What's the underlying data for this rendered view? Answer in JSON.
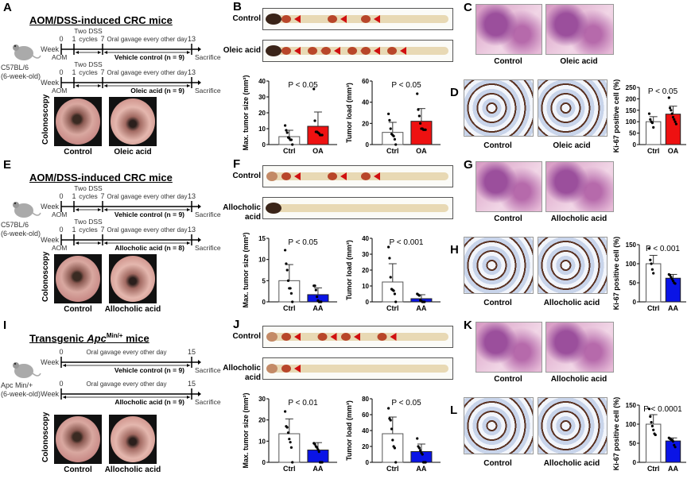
{
  "rows": [
    {
      "letters": [
        "A",
        "B",
        "C",
        "D"
      ],
      "title": "AOM/DSS-induced CRC mice",
      "title_italic": "",
      "title_sup": "",
      "strain": [
        "C57BL/6",
        "(6-week-old)"
      ],
      "timeline": {
        "type": "dss",
        "end_week": "13",
        "groups": [
          {
            "label": "Vehicle control (n = 9)"
          },
          {
            "label": "Oleic acid (n = 9)"
          }
        ]
      },
      "colonoscopy": {
        "label": "Colonoscopy",
        "captions": [
          "Control",
          "Oleic acid"
        ]
      },
      "strips": [
        {
          "label": "Control",
          "tumors": 3
        },
        {
          "label": "Oleic acid",
          "tumors": 6
        }
      ],
      "histology_captions": [
        "Control",
        "Oleic acid"
      ],
      "ihc_captions": [
        "Control",
        "Oleic acid"
      ],
      "colors": {
        "treatment": "#ee1111"
      }
    },
    {
      "letters": [
        "E",
        "F",
        "G",
        "H"
      ],
      "title": "AOM/DSS-induced CRC mice",
      "title_italic": "",
      "title_sup": "",
      "strain": [
        "C57BL/6",
        "(6-week-old)"
      ],
      "timeline": {
        "type": "dss",
        "end_week": "13",
        "groups": [
          {
            "label": "Vehicle control (n = 9)"
          },
          {
            "label": "Allocholic acid (n = 8)"
          }
        ]
      },
      "colonoscopy": {
        "label": "Colonoscopy",
        "captions": [
          "Control",
          "Allocholic acid"
        ]
      },
      "strips": [
        {
          "label": "Control",
          "tumors": 3
        },
        {
          "label": "Allocholic acid",
          "tumors": 0
        }
      ],
      "histology_captions": [
        "Control",
        "Allocholic acid"
      ],
      "ihc_captions": [
        "Control",
        "Allocholic acid"
      ],
      "colors": {
        "treatment": "#0a14e6"
      }
    },
    {
      "letters": [
        "I",
        "J",
        "K",
        "L"
      ],
      "title": "Transgenic ",
      "title_italic": "Apc",
      "title_sup": "Min/+",
      "title_suffix": " mice",
      "strain": [
        "Apc Min/+",
        "(6-week-old)"
      ],
      "timeline": {
        "type": "simple",
        "end_week": "15",
        "groups": [
          {
            "label": "Vehicle control (n = 9)"
          },
          {
            "label": "Allocholic acid (n = 9)"
          }
        ]
      },
      "colonoscopy": {
        "label": "Colonoscopy",
        "captions": [
          "Control",
          "Allocholic acid"
        ]
      },
      "strips": [
        {
          "label": "Control",
          "tumors": 4
        },
        {
          "label": "Allocholic acid",
          "tumors": 1
        }
      ],
      "histology_captions": [
        "Control",
        "Allocholic acid"
      ],
      "ihc_captions": [
        "Control",
        "Allocholic acid"
      ],
      "colors": {
        "treatment": "#0a14e6"
      }
    }
  ],
  "timeline_text": {
    "week": "Week",
    "aom": "AOM",
    "dss": [
      "Two DSS",
      "cycles"
    ],
    "gavage": "Oral gavage every other day",
    "sacrifice": "Sacrifice",
    "w0": "0",
    "w1": "1",
    "w7": "7"
  },
  "chart_data": [
    {
      "panel": "B",
      "type": "bar",
      "ylabel": "Max. tumor size (mm²)",
      "ylim": [
        0,
        40
      ],
      "ticks": [
        0,
        10,
        20,
        30,
        40
      ],
      "p": "P < 0.05",
      "categories": [
        "Ctrl",
        "OA"
      ],
      "values": [
        5,
        11.5
      ],
      "sd": [
        4,
        9
      ],
      "colors": [
        "#ffffff",
        "#ee1111"
      ],
      "points": [
        [
          12,
          9,
          7.5,
          4.5,
          4,
          3,
          3,
          0
        ],
        [
          35,
          15,
          8,
          8,
          7.5,
          7,
          6,
          6,
          6
        ]
      ]
    },
    {
      "panel": "B",
      "type": "bar",
      "ylabel": "Tumor load (mm³)",
      "ylim": [
        0,
        60
      ],
      "ticks": [
        0,
        20,
        40,
        60
      ],
      "p": "P < 0.05",
      "categories": [
        "Ctrl",
        "OA"
      ],
      "values": [
        11.5,
        22
      ],
      "sd": [
        9.5,
        12
      ],
      "colors": [
        "#ffffff",
        "#ee1111"
      ],
      "points": [
        [
          29,
          23,
          15,
          10,
          9,
          8,
          5,
          0
        ],
        [
          48,
          33,
          27,
          20,
          15,
          15,
          14,
          14,
          14
        ]
      ]
    },
    {
      "panel": "D",
      "type": "bar",
      "ylabel": "Ki-67 positive cell (%)",
      "ylim": [
        0,
        250
      ],
      "ticks": [
        0,
        50,
        100,
        150,
        200,
        250
      ],
      "p": "P < 0.05",
      "categories": [
        "Ctrl",
        "OA"
      ],
      "values": [
        100,
        133
      ],
      "sd": [
        22,
        35
      ],
      "colors": [
        "#ffffff",
        "#ee1111"
      ],
      "points": [
        [
          135,
          110,
          100,
          95,
          75
        ],
        [
          205,
          160,
          150,
          135,
          120,
          110,
          100,
          90
        ]
      ]
    },
    {
      "panel": "F",
      "type": "bar",
      "ylabel": "Max. tumor size (mm²)",
      "ylim": [
        0,
        15
      ],
      "ticks": [
        0,
        5,
        10,
        15
      ],
      "p": "P < 0.05",
      "categories": [
        "Ctrl",
        "AA"
      ],
      "values": [
        5,
        1.7
      ],
      "sd": [
        3.8,
        1.6
      ],
      "colors": [
        "#ffffff",
        "#0a14e6"
      ],
      "points": [
        [
          12.2,
          9,
          7.5,
          5,
          3.2,
          3.2,
          2,
          0
        ],
        [
          3.8,
          3.8,
          2.8,
          1.2,
          0.3,
          0,
          0,
          0
        ]
      ]
    },
    {
      "panel": "F",
      "type": "bar",
      "ylabel": "Tumor load (mm³)",
      "ylim": [
        0,
        40
      ],
      "ticks": [
        0,
        10,
        20,
        30,
        40
      ],
      "p": "P < 0.001",
      "categories": [
        "Ctrl",
        "AA"
      ],
      "values": [
        12.5,
        2
      ],
      "sd": [
        11.5,
        2.5
      ],
      "colors": [
        "#ffffff",
        "#0a14e6"
      ],
      "points": [
        [
          34.5,
          27.5,
          15.5,
          8,
          7.5,
          7,
          5,
          0
        ],
        [
          5,
          4.5,
          4,
          1,
          0.5,
          0,
          0,
          0
        ]
      ]
    },
    {
      "panel": "H",
      "type": "bar",
      "ylabel": "Ki-67 positive cell (%)",
      "ylim": [
        0,
        150
      ],
      "ticks": [
        0,
        50,
        100,
        150
      ],
      "p": "P < 0.001",
      "categories": [
        "Ctrl",
        "AA"
      ],
      "values": [
        100,
        62
      ],
      "sd": [
        22,
        10
      ],
      "colors": [
        "#ffffff",
        "#0a14e6"
      ],
      "points": [
        [
          140,
          110,
          100,
          85,
          75
        ],
        [
          72,
          70,
          65,
          60,
          55,
          50,
          48
        ]
      ]
    },
    {
      "panel": "J",
      "type": "bar",
      "ylabel": "Max. tumor size (mm²)",
      "ylim": [
        0,
        30
      ],
      "ticks": [
        0,
        10,
        20,
        30
      ],
      "p": "P < 0.01",
      "categories": [
        "Ctrl",
        "AA"
      ],
      "values": [
        13.5,
        5.8
      ],
      "sd": [
        7,
        3.5
      ],
      "colors": [
        "#ffffff",
        "#0a14e6"
      ],
      "points": [
        [
          24,
          17,
          16.5,
          14,
          11,
          9.5,
          7,
          0
        ],
        [
          9,
          8.5,
          7.5,
          7,
          6,
          5,
          0,
          0,
          0
        ]
      ]
    },
    {
      "panel": "J",
      "type": "bar",
      "ylabel": "Tumor load (mm³)",
      "ylim": [
        0,
        80
      ],
      "ticks": [
        0,
        20,
        40,
        60,
        80
      ],
      "p": "P < 0.05",
      "categories": [
        "Ctrl",
        "AA"
      ],
      "values": [
        36,
        13.5
      ],
      "sd": [
        21,
        9.5
      ],
      "colors": [
        "#ffffff",
        "#0a14e6"
      ],
      "points": [
        [
          68,
          55,
          53,
          42,
          28,
          20,
          18,
          0
        ],
        [
          30,
          20,
          18,
          15,
          12,
          10,
          0,
          0,
          0
        ]
      ]
    },
    {
      "panel": "L",
      "type": "bar",
      "ylabel": "Ki-67 positive cell (%)",
      "ylim": [
        0,
        150
      ],
      "ticks": [
        0,
        50,
        100,
        150
      ],
      "p": "P < 0.0001",
      "categories": [
        "Ctrl",
        "AA"
      ],
      "values": [
        100,
        56
      ],
      "sd": [
        25,
        8
      ],
      "colors": [
        "#ffffff",
        "#0a14e6"
      ],
      "points": [
        [
          140,
          120,
          105,
          95,
          85,
          75,
          72
        ],
        [
          64,
          62,
          60,
          58,
          55,
          45,
          40
        ]
      ]
    }
  ]
}
